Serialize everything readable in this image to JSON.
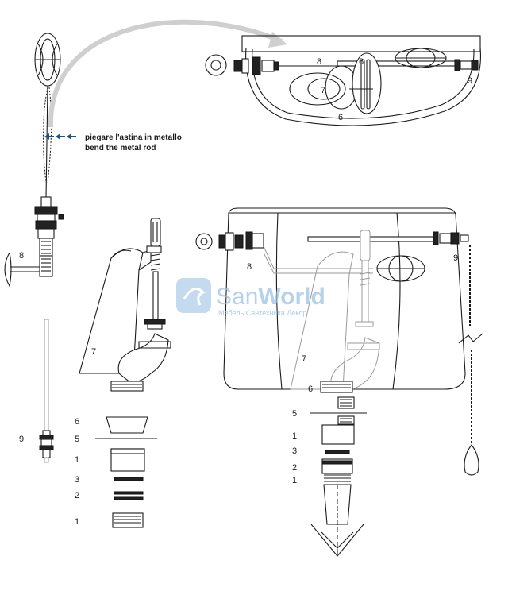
{
  "instruction": {
    "line1": "piegare l'astina in metallo",
    "line2": "bend the metal rod"
  },
  "watermark": {
    "brand_prefix": "San",
    "brand_suffix": "World",
    "tagline": "Мебель Сантехника Декор",
    "color": "#9dc3e4"
  },
  "part_labels": {
    "top_view": {
      "rod": "8",
      "float": "6",
      "seal": "7",
      "float_lower": "6",
      "nut": "9"
    },
    "float_valve": {
      "rod": "8"
    },
    "rod_alone": {
      "rod": "9"
    },
    "flush_valve": {
      "siphon": "7"
    },
    "exploded_left": [
      "6",
      "5",
      "1",
      "3",
      "2",
      "1"
    ],
    "tank_view": {
      "rod": "8",
      "nut": "9",
      "siphon": "7",
      "base": "6"
    },
    "exploded_right": [
      "5",
      "1",
      "3",
      "2",
      "1"
    ]
  },
  "icons": {
    "arrows": "left-arrow-icon",
    "chain": "chain-icon",
    "pull_handle": "pull-handle-icon"
  }
}
